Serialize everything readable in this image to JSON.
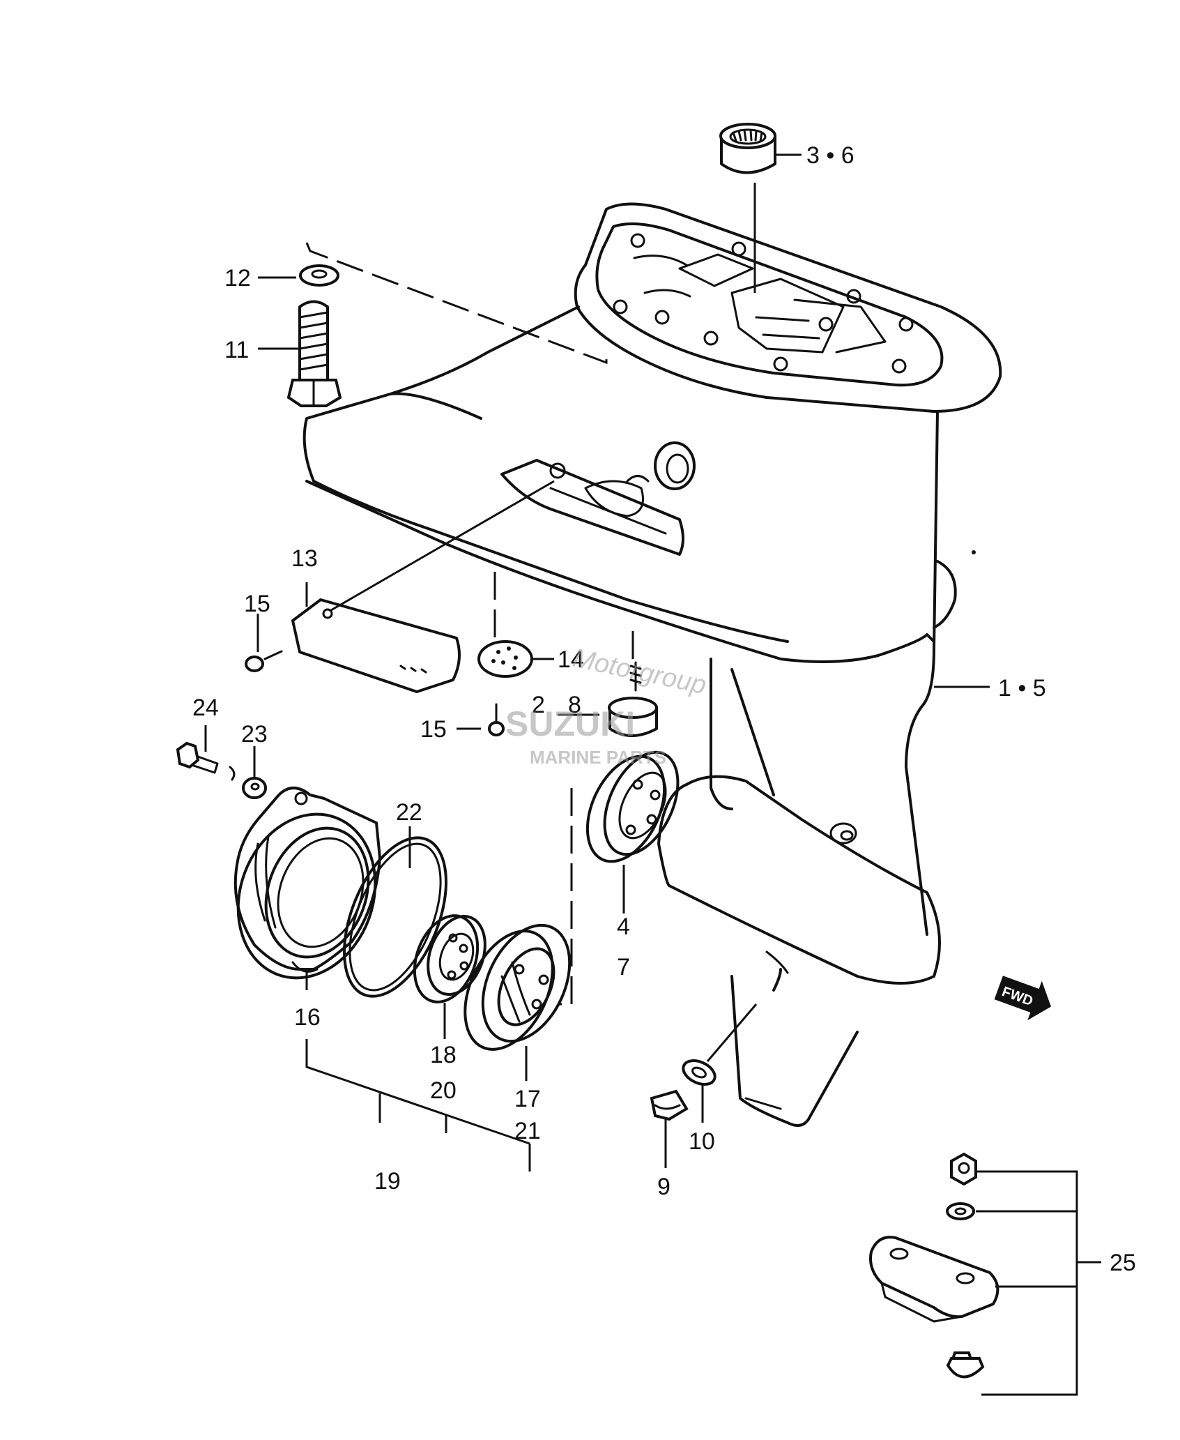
{
  "labels": {
    "l36": "3 • 6",
    "l12": "12",
    "l11": "11",
    "l13": "13",
    "l15a": "15",
    "l14": "14",
    "l2": "2",
    "l8": "8",
    "l15b": "15",
    "l15": "1 • 5",
    "l24": "24",
    "l23": "23",
    "l22": "22",
    "l4": "4",
    "l7": "7",
    "l16": "16",
    "l18": "18",
    "l17": "17",
    "l20": "20",
    "l21": "21",
    "l19": "19",
    "l10": "10",
    "l9": "9",
    "l25": "25"
  },
  "watermark": {
    "brand_top": "Motorgroup",
    "brand_main": "SUZUKI",
    "brand_sub": "MARINE PARTS"
  },
  "fwd_badge": "FWD"
}
